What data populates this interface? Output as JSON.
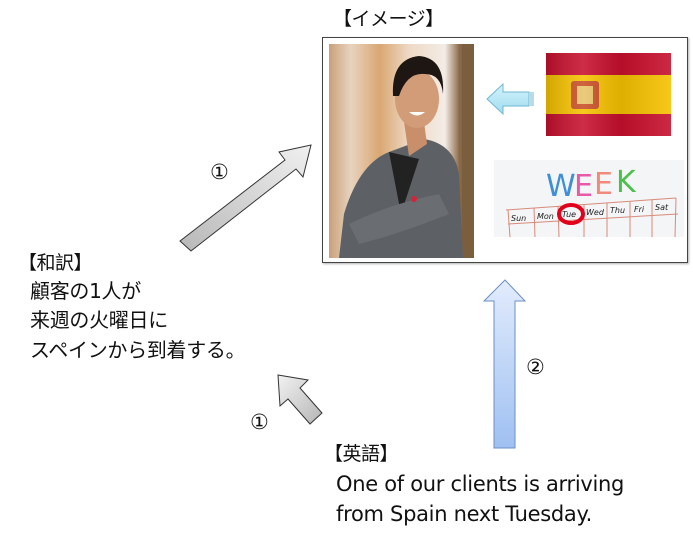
{
  "image_section": {
    "title": "【イメージ】",
    "photo": "businesswoman-photo",
    "flag": "spain-flag",
    "calendar": {
      "heading": "WEEK",
      "days": [
        "Sun",
        "Mon",
        "Tue",
        "Wed",
        "Thu",
        "Fri",
        "Sat"
      ],
      "circled_day": "Tue"
    }
  },
  "japanese_section": {
    "title": "【和訳】",
    "lines": [
      "顧客の1人が",
      "来週の火曜日に",
      "スペインから到着する。"
    ]
  },
  "english_section": {
    "title": "【英語】",
    "lines": [
      "One of our clients is arriving",
      "from Spain next Tuesday."
    ]
  },
  "steps": {
    "step1_label": "①",
    "step1b_label": "①",
    "step2_label": "②"
  },
  "colors": {
    "gray_arrow": "#c8c8c8",
    "blue_arrow": "#a9c6f5",
    "light_blue_arrow": "#aee3f5",
    "flag_red": "#c8102e",
    "flag_yellow": "#f6c200",
    "calendar_circle": "#e3001b"
  }
}
